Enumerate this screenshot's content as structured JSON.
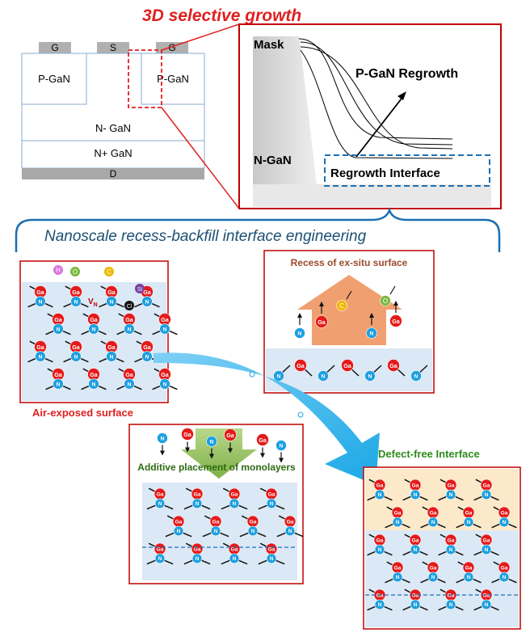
{
  "title": "3D selective growth",
  "device": {
    "gate_left": "G",
    "source": "S",
    "gate_right": "G",
    "pgan_left": "P-GaN",
    "pgan_right": "P-GaN",
    "n_minus": "N- GaN",
    "n_plus": "N+ GaN",
    "drain": "D"
  },
  "zoom": {
    "mask": "Mask",
    "regrowth": "P-GaN Regrowth",
    "ngan": "N-GaN",
    "interface": "Regrowth Interface"
  },
  "subtitle": "Nanoscale recess-backfill interface engineering",
  "panels": {
    "air_exposed": "Air-exposed surface",
    "recess": "Recess of ex-situ surface",
    "additive": "Additive placement of monolayers",
    "defect_free": "Defect-free Interface"
  },
  "atoms": {
    "ga": "Ga",
    "n": "N",
    "h": "H",
    "o": "O",
    "c": "C",
    "si": "Si",
    "cl": "Cl",
    "vn": "VN"
  },
  "colors": {
    "title_red": "#e02020",
    "subtitle_blue": "#1a4f73",
    "ga_red": "#e51a1a",
    "n_blue": "#1ea0e0",
    "arrow_blue": "#1aa8e6",
    "lattice_bg": "#dbe8f5",
    "interface_bg": "#fbe9c9",
    "recess_orange": "#f0a070",
    "green": "#2e8b1e",
    "device_gray": "#b0b0b0"
  }
}
